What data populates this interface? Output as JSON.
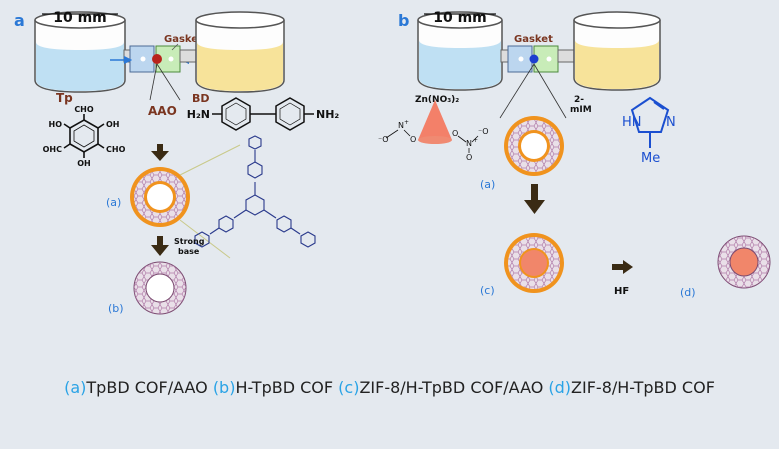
{
  "panel_a": {
    "letter": "a",
    "scale_label": "10 mm",
    "gasket_label": "Gasket",
    "left_label": "Tp",
    "right_label": "BD",
    "membrane_label": "AAO",
    "amine_left": "H₂N",
    "amine_right": "NH₂",
    "cho_top": "CHO",
    "cho_left": "OHC",
    "cho_right": "CHO",
    "oh_left": "HO",
    "oh_right": "OH",
    "oh_bottom": "OH",
    "label_a": "(a)",
    "label_b": "(b)",
    "strong_base_1": "Strong",
    "strong_base_2": "base"
  },
  "panel_b": {
    "letter": "b",
    "scale_label": "10 mm",
    "gasket_label": "Gasket",
    "zn_label": "Zn(NO₃)₂",
    "mim_label_1": "2-",
    "mim_label_2": "mIM",
    "nitrate_o_minus": "⁻O",
    "nitrate_n": "N",
    "nitrate_n_plus": "+",
    "nitrate_o": "O",
    "nh_label": "HN",
    "n_label": "N",
    "me_label": "Me",
    "label_a": "(a)",
    "label_c": "(c)",
    "label_d": "(d)",
    "hf_label": "HF"
  },
  "caption": [
    {
      "tag": "(a)",
      "text": "TpBD COF/AAO "
    },
    {
      "tag": "(b)",
      "text": "H-TpBD COF "
    },
    {
      "tag": "(c)",
      "text": "ZIF-8/H-TpBD COF/AAO "
    },
    {
      "tag": "(d)",
      "text": "ZIF-8/H-TpBD COF"
    }
  ],
  "colors": {
    "blue_label": "#2a78d6",
    "orange_ring": "#f0931e",
    "cof_ring": "#e9dfe8",
    "zif_core": "#f1866a",
    "arrow": "#3a2b14",
    "molecule": "#2a3a8c",
    "tank_left": "#bfe0f3",
    "tank_right": "#f7e39a"
  }
}
